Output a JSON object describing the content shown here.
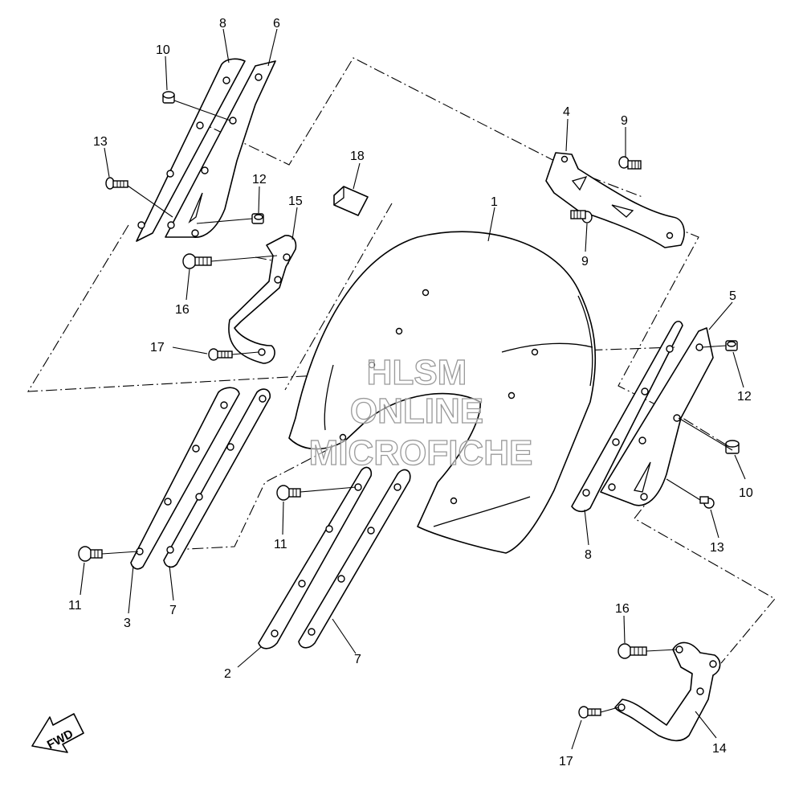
{
  "diagram": {
    "callouts": [
      "1",
      "2",
      "3",
      "4",
      "5",
      "6",
      "7",
      "7",
      "8",
      "8",
      "9",
      "9",
      "10",
      "10",
      "11",
      "11",
      "12",
      "12",
      "13",
      "13",
      "14",
      "15",
      "16",
      "16",
      "17",
      "17",
      "18"
    ],
    "fwd_label": "FWD",
    "watermark": [
      "HLSM",
      "ONLINE",
      "MICROFICHE"
    ]
  }
}
